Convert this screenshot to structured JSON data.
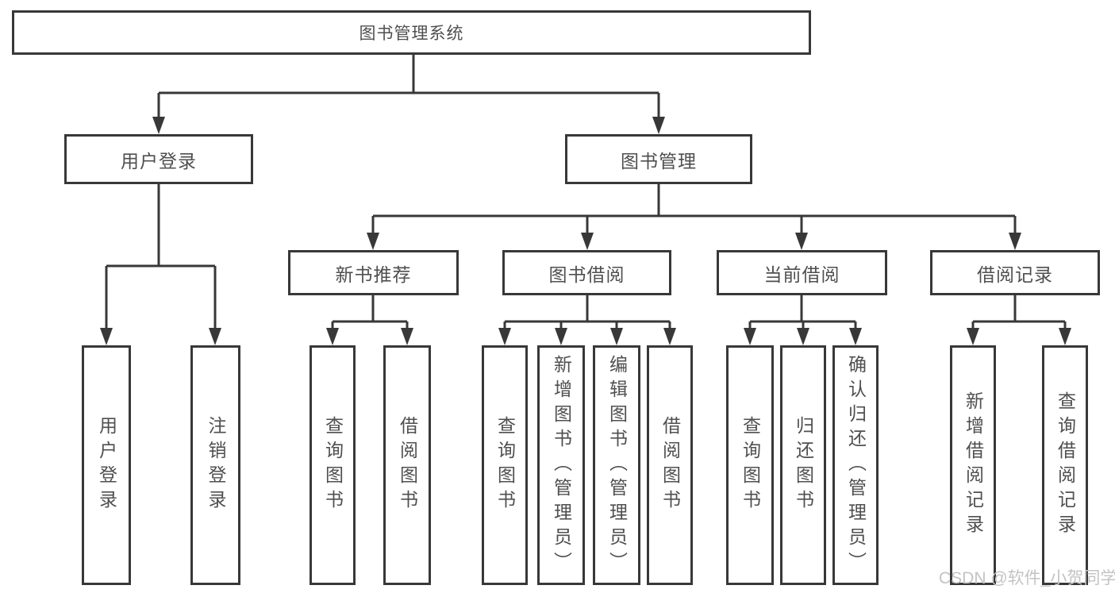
{
  "diagram": {
    "title": "图书管理系统",
    "watermark": "CSDN @软件_小贺同学",
    "colors": {
      "line": "#383838",
      "box_border": "#383838",
      "box_fill": "#ffffff",
      "text": "#4f4f4f",
      "watermark": "#c3c3c3"
    },
    "nodes": {
      "root": "图书管理系统",
      "userLogin": {
        "label": "用户登录",
        "children": [
          "用户登录",
          "注销登录"
        ]
      },
      "bookMgmt": {
        "label": "图书管理",
        "children": [
          {
            "label": "新书推荐",
            "children": [
              "查询图书",
              "借阅图书"
            ]
          },
          {
            "label": "图书借阅",
            "children": [
              "查询图书",
              "新增图书（管理员）",
              "编辑图书（管理员）",
              "借阅图书"
            ]
          },
          {
            "label": "当前借阅",
            "children": [
              "查询图书",
              "归还图书",
              "确认归还（管理员）"
            ]
          },
          {
            "label": "借阅记录",
            "children": [
              "新增借阅记录",
              "查询借阅记录"
            ]
          }
        ]
      }
    }
  }
}
